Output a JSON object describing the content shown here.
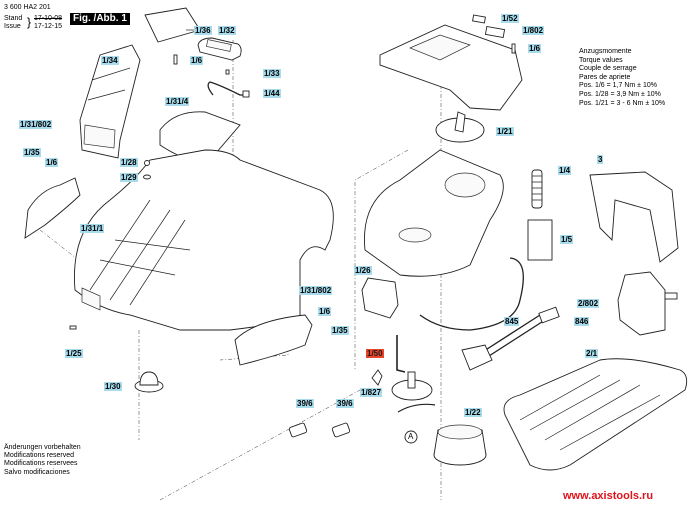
{
  "header": {
    "doc_number": "3 600 HA2 201",
    "stand_label": "Stand",
    "issue_label": "Issue",
    "old_date_struck": "17-10-08",
    "date": "17-12-15",
    "figure_label": "Fig. /Abb. 1"
  },
  "torque": {
    "lines": [
      "Anzugsmomente",
      "Torque values",
      "Couple de serrage",
      "Pares de apriete",
      "Pos. 1/6   = 1,7 Nm  ± 10%",
      "Pos. 1/28 = 3,9 Nm  ± 10%",
      "Pos. 1/21 = 3 - 6 Nm  ± 10%"
    ]
  },
  "notes": {
    "lines": [
      "Änderungen vorbehalten",
      "Modifications reserved",
      "Modifications reservees",
      "Salvo modificaciones"
    ]
  },
  "labels": {
    "p1_36": "1/36",
    "p1_32": "1/32",
    "p1_6_top": "1/6",
    "p1_34": "1/34",
    "p1_33": "1/33",
    "p1_44": "1/44",
    "p1_31_4": "1/31/4",
    "p1_31_802_left": "1/31/802",
    "p1_35_left": "1/35",
    "p1_6_left": "1/6",
    "p1_28": "1/28",
    "p1_29": "1/29",
    "p1_31_1": "1/31/1",
    "p1_25": "1/25",
    "p1_30": "1/30",
    "p1_31_802_mid": "1/31/802",
    "p1_6_mid": "1/6",
    "p1_35_mid": "1/35",
    "p39_6_a": "39/6",
    "p39_6_b": "39/6",
    "p1_26": "1/26",
    "p1_50": "1/50",
    "p1_827": "1/827",
    "p1_22": "1/22",
    "callout_a": "A",
    "p1_52": "1/52",
    "p1_802": "1/802",
    "p1_6_right": "1/6",
    "p1_21": "1/21",
    "p1_4": "1/4",
    "p1_5": "1/5",
    "p3": "3",
    "p845": "845",
    "p846": "846",
    "p2_802": "2/802",
    "p2_1": "2/1"
  },
  "footer": {
    "url": "www.axistools.ru"
  },
  "colors": {
    "label_bg": "#a8dcec",
    "highlight_bg": "#e8452c",
    "url": "#e0121b"
  }
}
